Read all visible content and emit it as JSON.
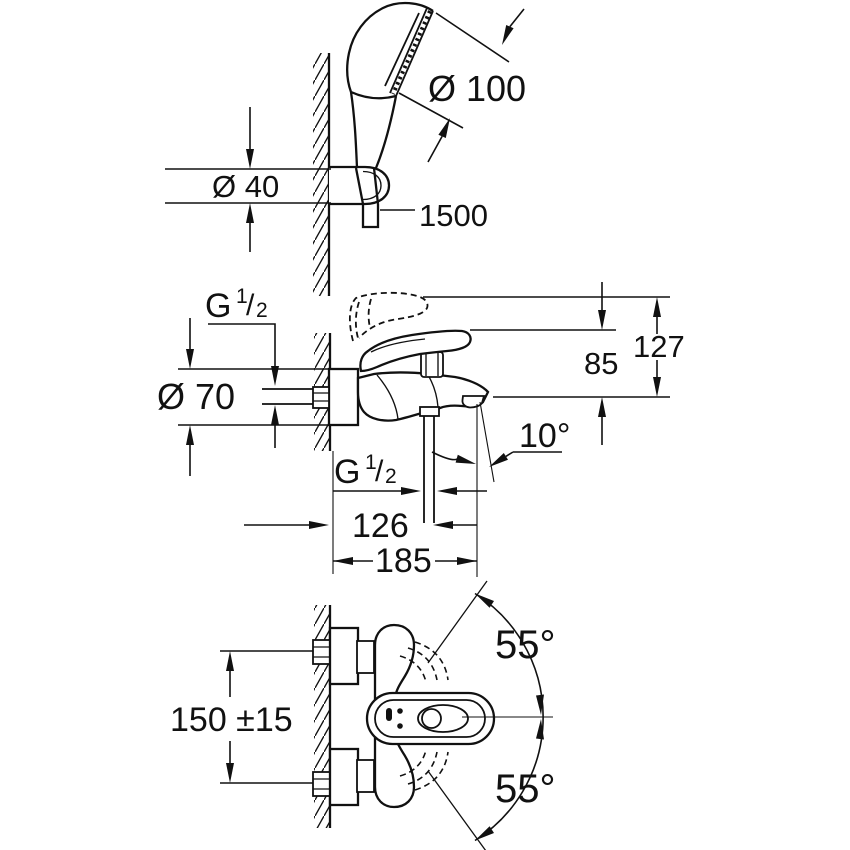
{
  "hand_shower_view": {
    "head_diameter_label": "Ø 100",
    "holder_diameter_label": "Ø 40",
    "hose_length_label": "1500"
  },
  "mixer_side_view": {
    "top_thread_label": {
      "prefix": "G",
      "numerator": "1",
      "slash": "/",
      "denominator": "2"
    },
    "escutcheon_diameter_label": "Ø 70",
    "lever_height_label": "85",
    "lever_raised_height_label": "127",
    "spout_tilt_label": "10°",
    "bottom_thread_label": {
      "prefix": "G",
      "numerator": "1",
      "slash": "/",
      "denominator": "2"
    },
    "outlet_offset_label": "126",
    "spout_reach_label": "185"
  },
  "mixer_top_view": {
    "swivel_upper_label": "55°",
    "swivel_lower_label": "55°",
    "mounting_distance_label": "150 ±15"
  }
}
